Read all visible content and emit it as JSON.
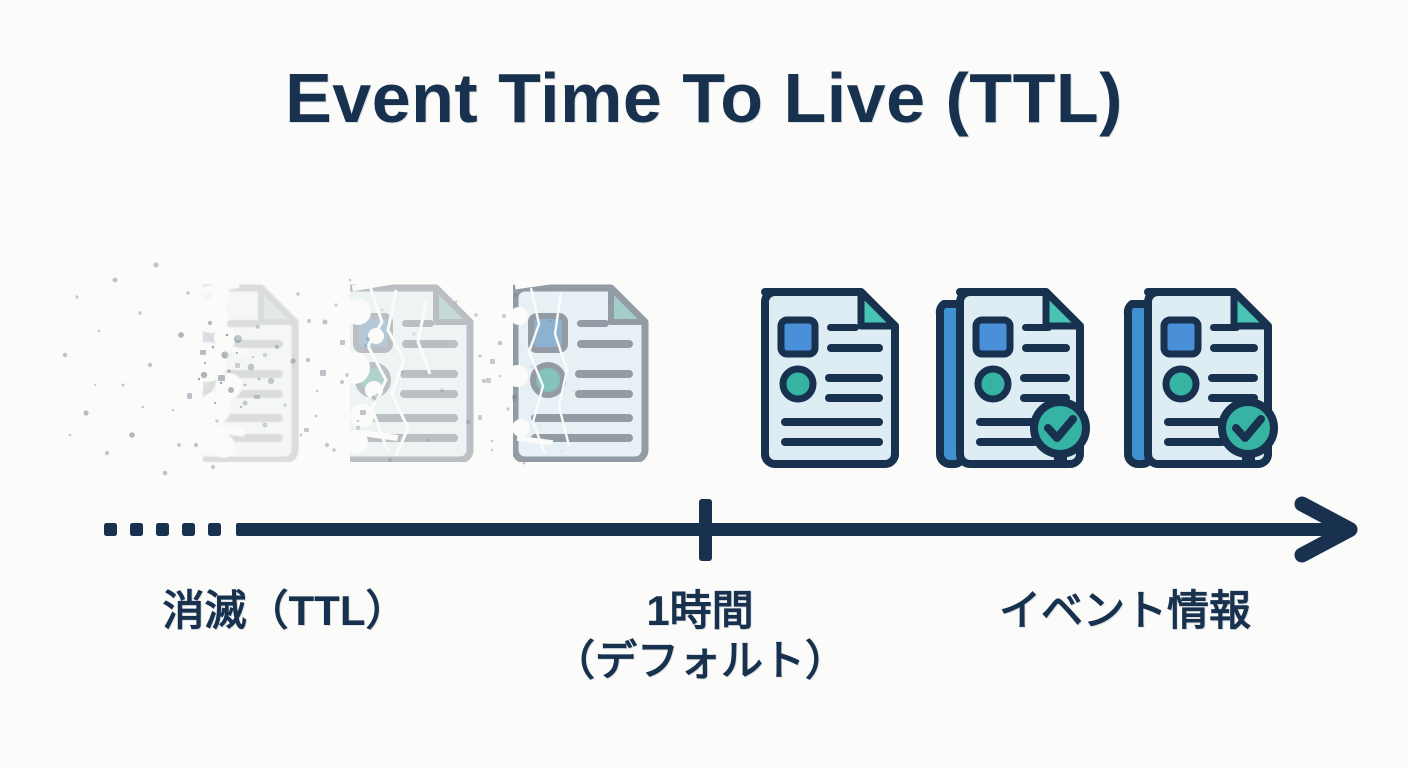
{
  "page": {
    "title": "Event Time To Live (TTL)",
    "background_color": "#fbfbf9",
    "navy": "#17314f",
    "navy_dark": "#14304f",
    "teal": "#36b3a3",
    "blue": "#4a90d9",
    "paper": "#deecf3"
  },
  "timeline": {
    "dotted_segment_label": "expired",
    "solid_segment_label": "alive",
    "tick_label": "1-hour-default-tick",
    "arrow_label": "time-direction-arrow"
  },
  "labels": {
    "expired": "消滅（TTL）",
    "default_line1": "1時間",
    "default_line2": "（デフォルト）",
    "event_info": "イベント情報"
  },
  "documents": [
    {
      "id": "doc-1",
      "state": "fully-disintegrated",
      "has_check": false,
      "has_stack": false,
      "opacity": 0.3
    },
    {
      "id": "doc-2",
      "state": "mostly-disintegrated",
      "has_check": false,
      "has_stack": false,
      "opacity": 0.52
    },
    {
      "id": "doc-3",
      "state": "partly-disintegrated",
      "has_check": false,
      "has_stack": false,
      "opacity": 0.72
    },
    {
      "id": "doc-4",
      "state": "intact",
      "has_check": false,
      "has_stack": false,
      "opacity": 1
    },
    {
      "id": "doc-5",
      "state": "intact",
      "has_check": true,
      "has_stack": true,
      "opacity": 1
    },
    {
      "id": "doc-6",
      "state": "intact",
      "has_check": true,
      "has_stack": true,
      "opacity": 1
    }
  ],
  "icons": {
    "document": "document-icon",
    "document_disintegrating": "document-disintegrating-icon",
    "check_badge": "check-badge-icon",
    "arrow": "arrow-right-icon"
  }
}
